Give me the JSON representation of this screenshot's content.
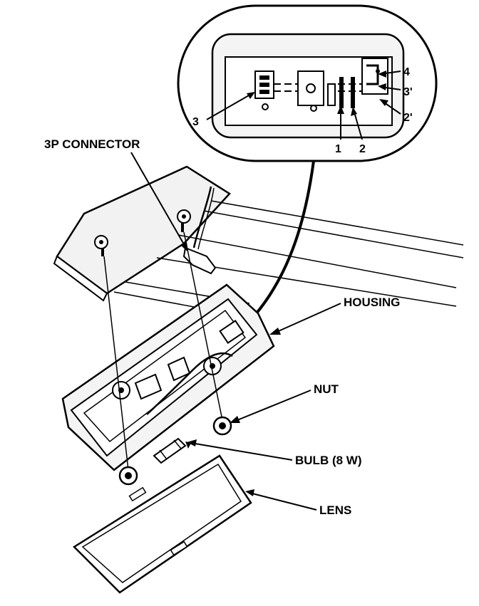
{
  "labels": {
    "connector": "3P CONNECTOR",
    "housing": "HOUSING",
    "nut": "NUT",
    "bulb": "BULB (8 W)",
    "lens": "LENS"
  },
  "inset": {
    "terminals": [
      "4",
      "3'",
      "2'",
      "3",
      "1",
      "2"
    ]
  },
  "colors": {
    "line": "#000000",
    "part_fill": "#f2f2f2",
    "background": "#ffffff"
  }
}
